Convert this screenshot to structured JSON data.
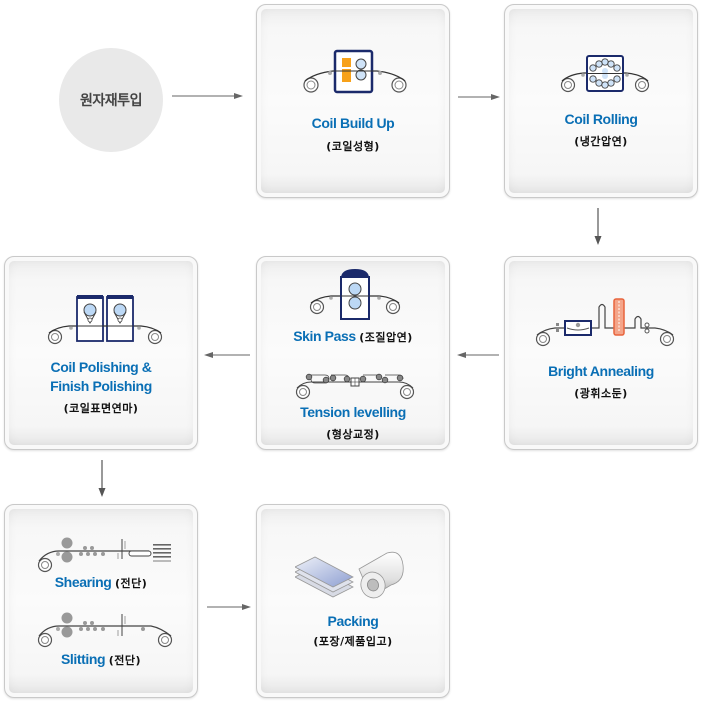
{
  "start": {
    "label": "원자재투입"
  },
  "steps": [
    {
      "id": "coil-build-up",
      "title": "Coil Build Up",
      "subtitle": "(코일성형)"
    },
    {
      "id": "coil-rolling",
      "title": "Coil Rolling",
      "subtitle": "(냉간압연)"
    },
    {
      "id": "bright-annealing",
      "title": "Bright Annealing",
      "subtitle": "(광휘소둔)"
    },
    {
      "id": "skin-pass-tension",
      "parts": [
        {
          "title": "Skin Pass",
          "subtitle": "(조질압연)"
        },
        {
          "title": "Tension levelling",
          "subtitle": "(형상교정)"
        }
      ]
    },
    {
      "id": "coil-polishing",
      "title_line1": "Coil Polishing &",
      "title_line2": "Finish Polishing",
      "subtitle": "(코일표면연마)"
    },
    {
      "id": "shearing-slitting",
      "parts": [
        {
          "title": "Shearing",
          "subtitle": "(전단)"
        },
        {
          "title": "Slitting",
          "subtitle": "(전단)"
        }
      ]
    },
    {
      "id": "packing",
      "title": "Packing",
      "subtitle": "(포장/제품입고)"
    }
  ],
  "colors": {
    "title_blue": "#0a6fb5",
    "machine_navy": "#1b2a6b",
    "roller_blue": "#bcd8f5",
    "orange": "#f7a11a",
    "annealing_red": "#e8643c",
    "arrow_gray": "#666666"
  }
}
